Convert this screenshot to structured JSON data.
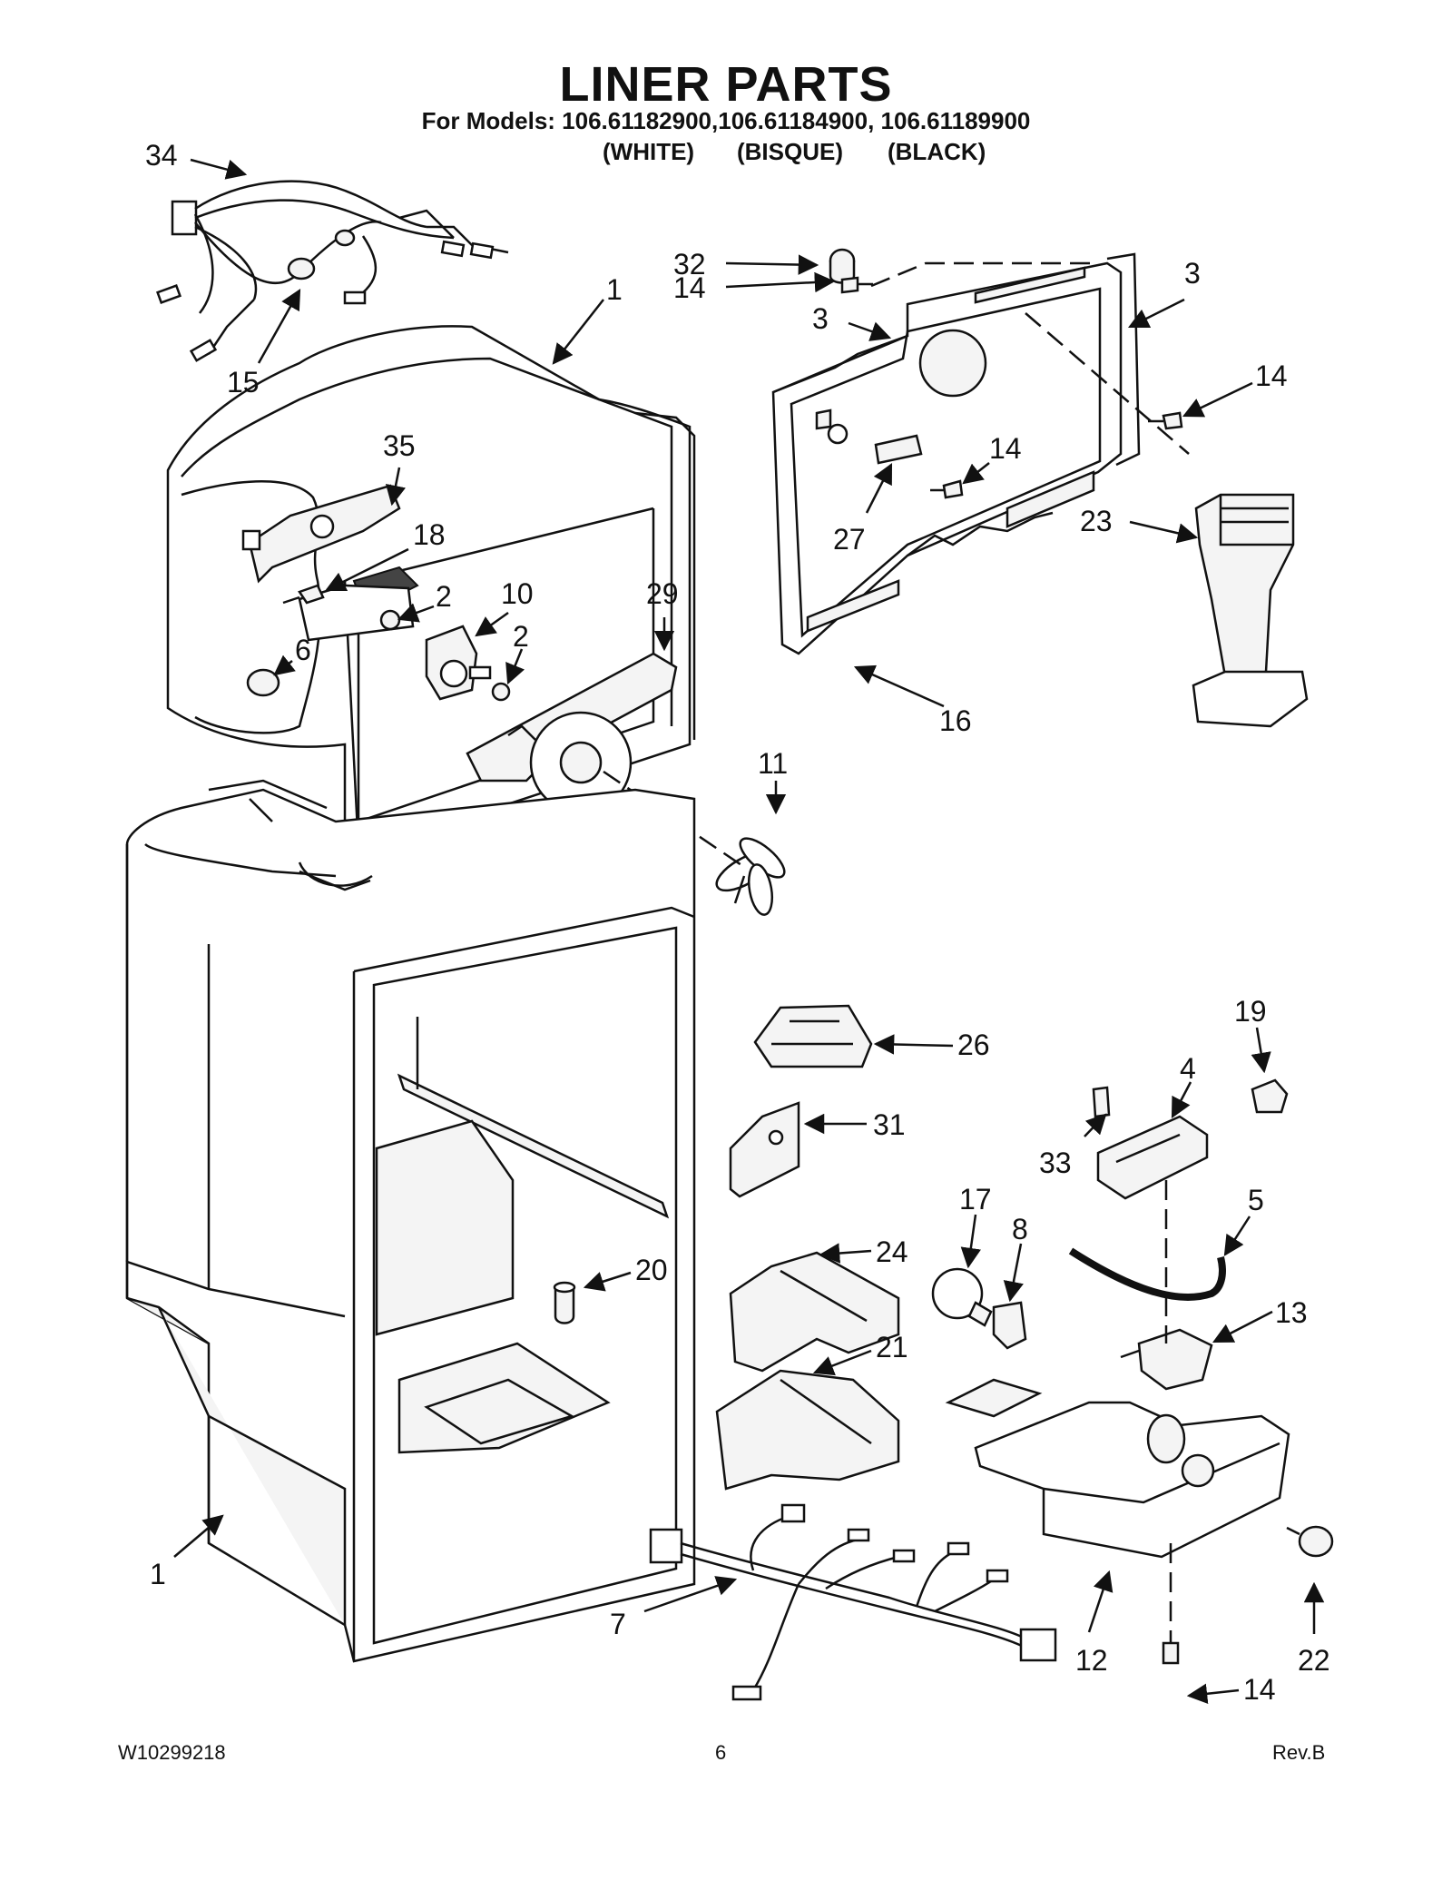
{
  "header": {
    "title": "LINER PARTS",
    "models_line": "For Models: 106.61182900,106.61184900, 106.61189900",
    "variants": [
      "(WHITE)",
      "(BISQUE)",
      "(BLACK)"
    ]
  },
  "footer": {
    "doc_number": "W10299218",
    "page_number": "6",
    "revision": "Rev.B"
  },
  "callouts": [
    {
      "id": "c34",
      "label": "34"
    },
    {
      "id": "c15",
      "label": "15"
    },
    {
      "id": "c1a",
      "label": "1"
    },
    {
      "id": "c35",
      "label": "35"
    },
    {
      "id": "c18",
      "label": "18"
    },
    {
      "id": "c2a",
      "label": "2"
    },
    {
      "id": "c10",
      "label": "10"
    },
    {
      "id": "c2b",
      "label": "2"
    },
    {
      "id": "c6",
      "label": "6"
    },
    {
      "id": "c29",
      "label": "29"
    },
    {
      "id": "c32",
      "label": "32"
    },
    {
      "id": "c14a",
      "label": "14"
    },
    {
      "id": "c3a",
      "label": "3"
    },
    {
      "id": "c3b",
      "label": "3"
    },
    {
      "id": "c14b",
      "label": "14"
    },
    {
      "id": "c14c",
      "label": "14"
    },
    {
      "id": "c27",
      "label": "27"
    },
    {
      "id": "c23",
      "label": "23"
    },
    {
      "id": "c16",
      "label": "16"
    },
    {
      "id": "c11",
      "label": "11"
    },
    {
      "id": "c19",
      "label": "19"
    },
    {
      "id": "c26",
      "label": "26"
    },
    {
      "id": "c4",
      "label": "4"
    },
    {
      "id": "c31",
      "label": "31"
    },
    {
      "id": "c33",
      "label": "33"
    },
    {
      "id": "c17",
      "label": "17"
    },
    {
      "id": "c8",
      "label": "8"
    },
    {
      "id": "c5",
      "label": "5"
    },
    {
      "id": "c24",
      "label": "24"
    },
    {
      "id": "c20",
      "label": "20"
    },
    {
      "id": "c13",
      "label": "13"
    },
    {
      "id": "c21",
      "label": "21"
    },
    {
      "id": "c1b",
      "label": "1"
    },
    {
      "id": "c7",
      "label": "7"
    },
    {
      "id": "c12",
      "label": "12"
    },
    {
      "id": "c14d",
      "label": "14"
    },
    {
      "id": "c22",
      "label": "22"
    }
  ]
}
